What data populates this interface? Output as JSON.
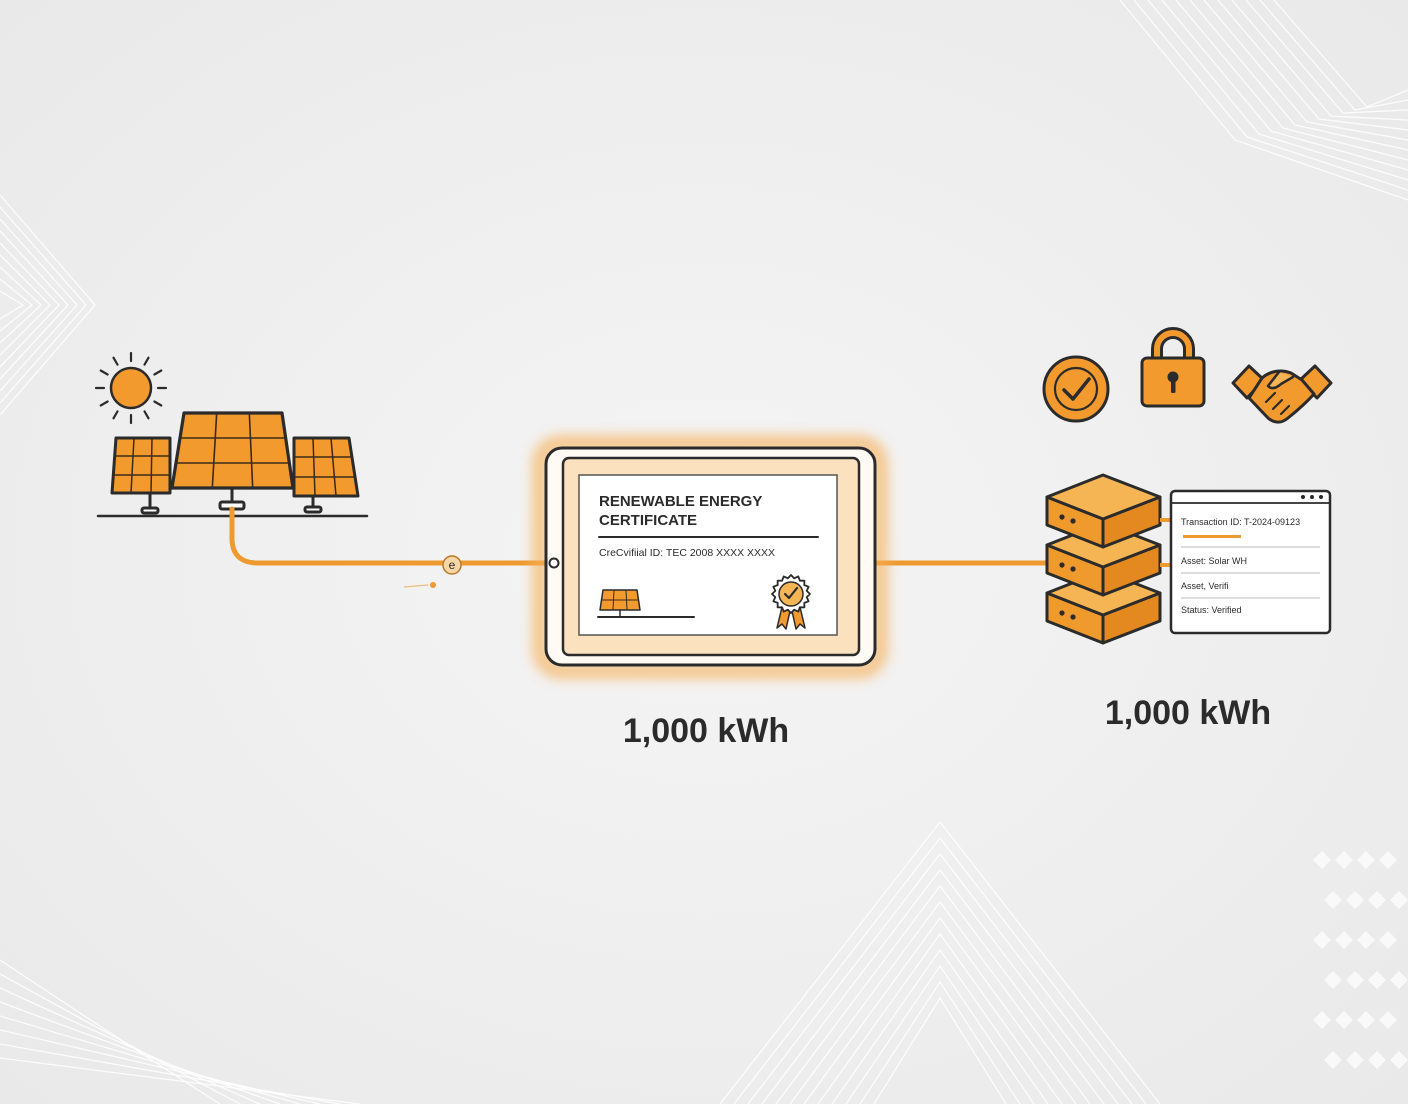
{
  "certificate": {
    "title_line1": "RENEWABLE ENERGY",
    "title_line2": "CERTIFICATE",
    "id_line": "CreCvifiial ID: TEC 2008 XXXX XXXX"
  },
  "connector": {
    "label": "e"
  },
  "tablet": {
    "energy_label": "1,000 kWh"
  },
  "ledger": {
    "energy_label": "1,000 kWh",
    "rows": [
      "Transaction ID: T-2024-09123",
      "Asset: Solar WH",
      "Asset, Verifi",
      "Status: Verified"
    ]
  },
  "icons": {
    "sun": "sun-icon",
    "solar_array": "solar-panel-icon",
    "seal": "certificate-seal-icon",
    "server": "server-stack-icon",
    "verified": "verified-check-icon",
    "lock": "lock-icon",
    "handshake": "handshake-icon"
  },
  "colors": {
    "accent": "#f29a2e",
    "accent_light": "#f6b555",
    "outline": "#2b2b2b",
    "background": "#efefef"
  }
}
